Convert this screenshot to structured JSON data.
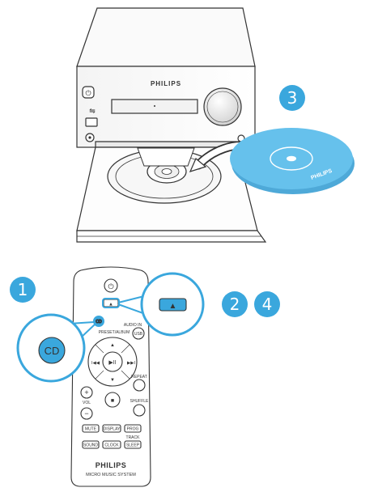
{
  "unit": {
    "brand": "PHILIPS"
  },
  "disc": {
    "brand": "PHILIPS"
  },
  "steps": {
    "one": "1",
    "two": "2",
    "three": "3",
    "four": "4"
  },
  "callouts": {
    "cd_label": "CD",
    "eject_symbol": "▲"
  },
  "remote": {
    "brand": "PHILIPS",
    "model_line": "MICRO MUSIC SYSTEM",
    "power_symbol": "⏻",
    "eject_symbol": "▲",
    "cd_label": "CD",
    "preset_album_label": "PRESET/ALBUM",
    "audio_in_label": "AUDIO IN",
    "usb_label": "USB",
    "play_pause_symbol": "▶II",
    "prev_symbol": "I◀◀",
    "next_symbol": "▶▶I",
    "up_symbol": "▲",
    "down_symbol": "▼",
    "repeat_label": "REPEAT",
    "shuffle_label": "SHUFFLE",
    "vol_label": "VOL",
    "vol_plus": "+",
    "vol_minus": "−",
    "stop_symbol": "■",
    "mute_label": "MUTE",
    "display_label": "DISPLAY",
    "prog_label": "PROG",
    "track_label": "TRACK",
    "sound_label": "SOUND",
    "clock_label": "CLOCK",
    "sleep_label": "SLEEP"
  },
  "colors": {
    "accent_blue": "#3aa7dd",
    "disc_blue": "#5bb8e6",
    "line": "#333333"
  }
}
